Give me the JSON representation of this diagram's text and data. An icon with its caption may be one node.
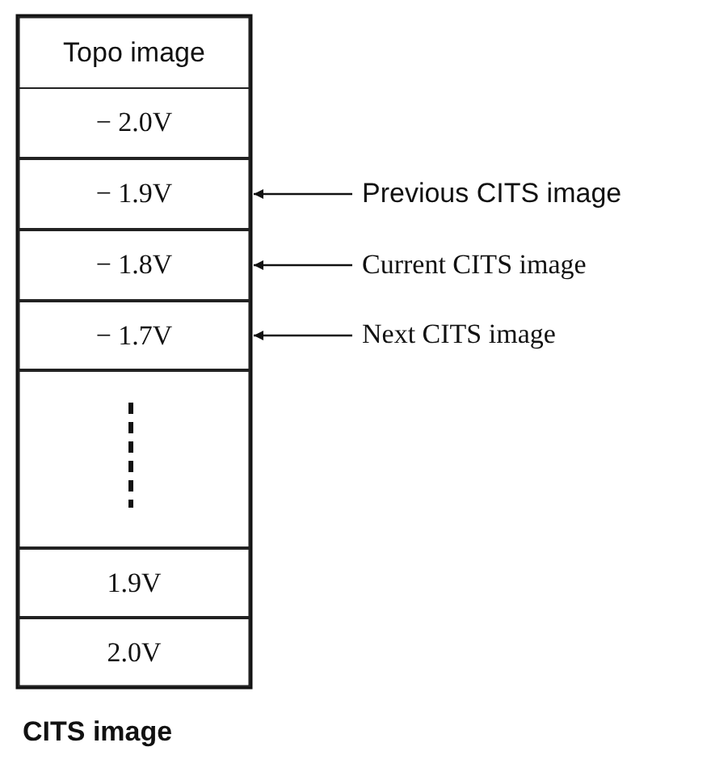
{
  "diagram": {
    "caption": "CITS image",
    "nodes": [
      {
        "text": [
          "Topo image"
        ]
      },
      {
        "text": [
          "− 2.0V"
        ]
      },
      {
        "text": [
          "− 1.9V"
        ]
      },
      {
        "text": [
          "− 1.8V"
        ]
      },
      {
        "text": [
          "− 1.7V"
        ]
      },
      {
        "text": [],
        "shape": "box"
      },
      {
        "text": [
          "1.9V"
        ]
      },
      {
        "text": [
          "2.0V"
        ]
      },
      {
        "text": [
          "Previous CITS image"
        ]
      },
      {
        "text": [
          "Current CITS image"
        ]
      },
      {
        "text": [
          "Next CITS image"
        ]
      }
    ],
    "edges": [
      {
        "from": 8,
        "to": 2,
        "arrow": "to"
      },
      {
        "from": 9,
        "to": 3,
        "arrow": "to"
      },
      {
        "from": 10,
        "to": 4,
        "arrow": "to"
      }
    ]
  }
}
